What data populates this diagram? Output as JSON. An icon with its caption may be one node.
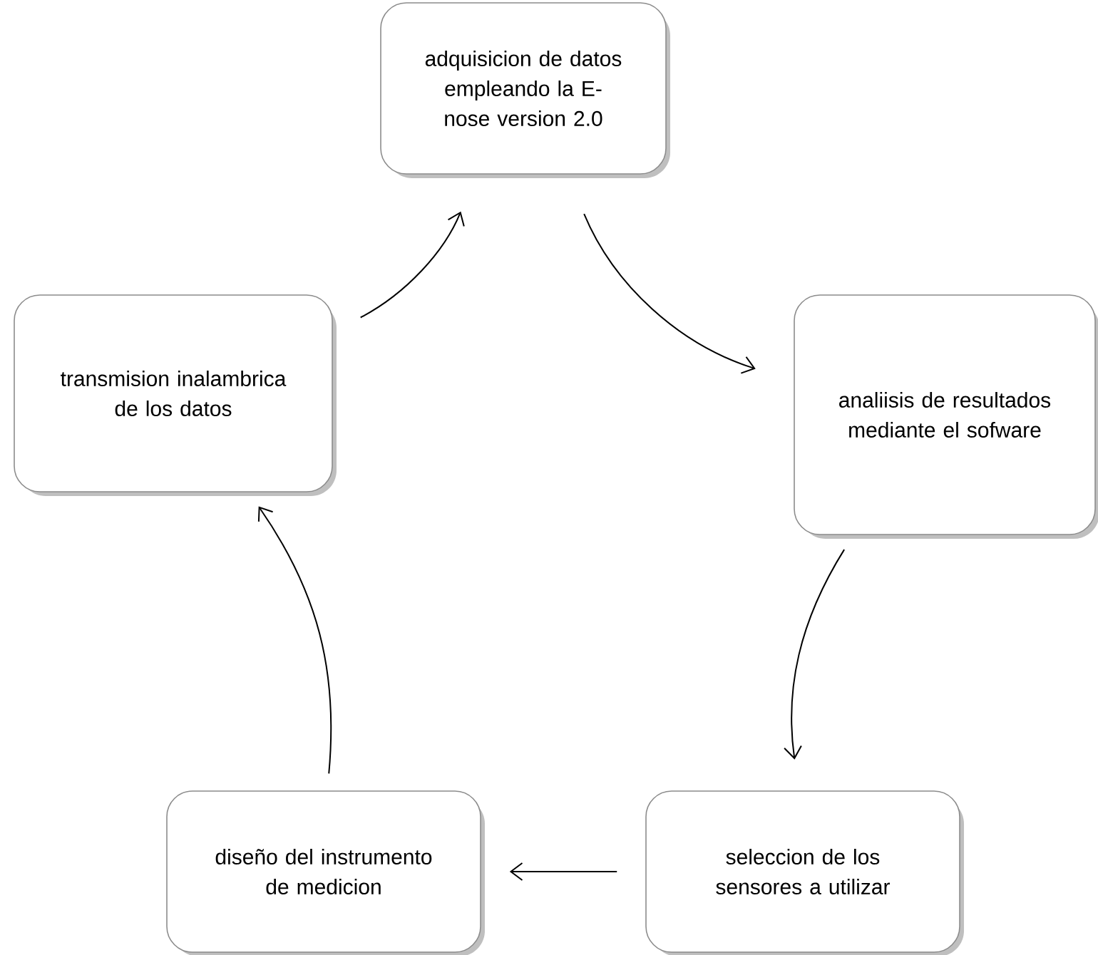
{
  "diagram": {
    "nodes": [
      {
        "text": [
          "adquisicion de datos empleando la E-nose version 2.0"
        ]
      },
      {
        "text": [
          "analiisis de resultados mediante el sofware"
        ]
      },
      {
        "text": [
          "seleccion de los sensores a utilizar"
        ]
      },
      {
        "text": [
          "diseño del instrumento de medicion"
        ]
      },
      {
        "text": [
          "transmision inalambrica de los datos"
        ]
      }
    ],
    "edges": [
      {
        "from": 0,
        "to": 1,
        "arrow": "to"
      },
      {
        "from": 1,
        "to": 2,
        "arrow": "to"
      },
      {
        "from": 2,
        "to": 3,
        "arrow": "to"
      },
      {
        "from": 3,
        "to": 4,
        "arrow": "to"
      },
      {
        "from": 4,
        "to": 0,
        "arrow": "to"
      }
    ]
  }
}
